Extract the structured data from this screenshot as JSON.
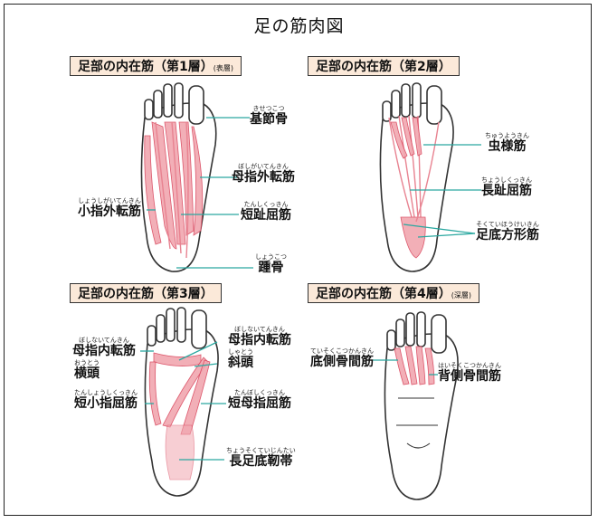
{
  "title": "足の筋肉図",
  "panels": [
    {
      "title": "足部の内在筋（第1層）",
      "note": "(表層)"
    },
    {
      "title": "足部の内在筋（第2層）",
      "note": ""
    },
    {
      "title": "足部の内在筋（第3層）",
      "note": ""
    },
    {
      "title": "足部の内在筋（第4層）",
      "note": "(深層)"
    }
  ],
  "labels": {
    "kisetsukotsu": {
      "ruby": "きせつこつ",
      "text": "基節骨"
    },
    "boshigaiten": {
      "ruby": "ぼしがいてんきん",
      "text": "母指外転筋"
    },
    "shoshigaiten": {
      "ruby": "しょうしがいてんきん",
      "text": "小指外転筋"
    },
    "tanshikkutsu": {
      "ruby": "たんしくっきん",
      "text": "短趾屈筋"
    },
    "shokotsu": {
      "ruby": "しょうこつ",
      "text": "踵骨"
    },
    "chuyokin": {
      "ruby": "ちゅうようきん",
      "text": "虫様筋"
    },
    "choshikkutsu": {
      "ruby": "ちょうしくっきん",
      "text": "長趾屈筋"
    },
    "sokuteihokei": {
      "ruby": "そくていほうけいきん",
      "text": "足底方形筋"
    },
    "boshinaiten_l": {
      "ruby": "ぼしないてんきん",
      "text": "母指内転筋"
    },
    "outo": {
      "ruby": "おうとう",
      "text": "横頭"
    },
    "boshinaiten_r": {
      "ruby": "ぼしないてんきん",
      "text": "母指内転筋"
    },
    "shato": {
      "ruby": "しゃとう",
      "text": "斜頭"
    },
    "tanshoshi": {
      "ruby": "たんしょうしくっきん",
      "text": "短小指屈筋"
    },
    "tanboshi": {
      "ruby": "たんぼしくっきん",
      "text": "短母指屈筋"
    },
    "chosokutei": {
      "ruby": "ちょうそくていじんたい",
      "text": "長足底靭帯"
    },
    "teisoku": {
      "ruby": "ていそくこつかんきん",
      "text": "底側骨間筋"
    },
    "haisoku": {
      "ruby": "はいそくこつかんきん",
      "text": "背側骨間筋"
    }
  }
}
